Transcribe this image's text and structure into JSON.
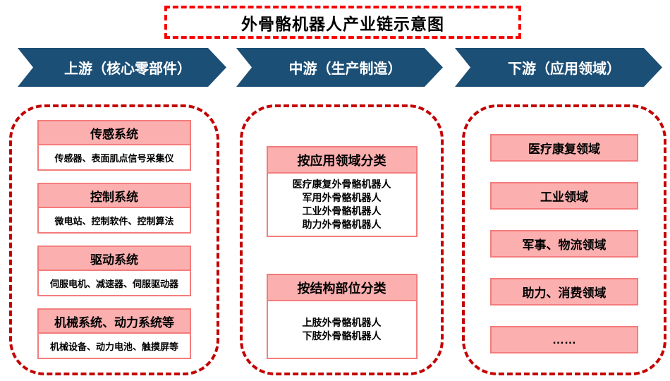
{
  "title": "外骨骼机器人产业链示意图",
  "colors": {
    "arrow_blue": "#1C4F76",
    "pink_fill": "#FBAFAF",
    "pink_border": "#F47C7C",
    "dash_red": "#C40000",
    "title_dash_red": "#F80000",
    "text_black": "#000000"
  },
  "stages": [
    {
      "label": "上游（核心零部件）"
    },
    {
      "label": "中游（生产制造）"
    },
    {
      "label": "下游（应用领域）"
    }
  ],
  "upstream": {
    "items": [
      {
        "title": "传感系统",
        "detail": "传感器、表面肌点信号采集仪"
      },
      {
        "title": "控制系统",
        "detail": "微电站、控制软件、控制算法"
      },
      {
        "title": "驱动系统",
        "detail": "伺服电机、减速器、伺服驱动器"
      },
      {
        "title": "机械系统、动力系统等",
        "detail": "机械设备、动力电池、触摸屏等"
      }
    ]
  },
  "midstream": {
    "groups": [
      {
        "title": "按应用领域分类",
        "lines": [
          "医疗康复外骨骼机器人",
          "军用外骨骼机器人",
          "工业外骨骼机器人",
          "助力外骨骼机器人"
        ]
      },
      {
        "title": "按结构部位分类",
        "lines": [
          "上肢外骨骼机器人",
          "下肢外骨骼机器人"
        ]
      }
    ]
  },
  "downstream": {
    "items": [
      "医疗康复领域",
      "工业领域",
      "军事、物流领域",
      "助力、消费领域",
      "……"
    ]
  }
}
